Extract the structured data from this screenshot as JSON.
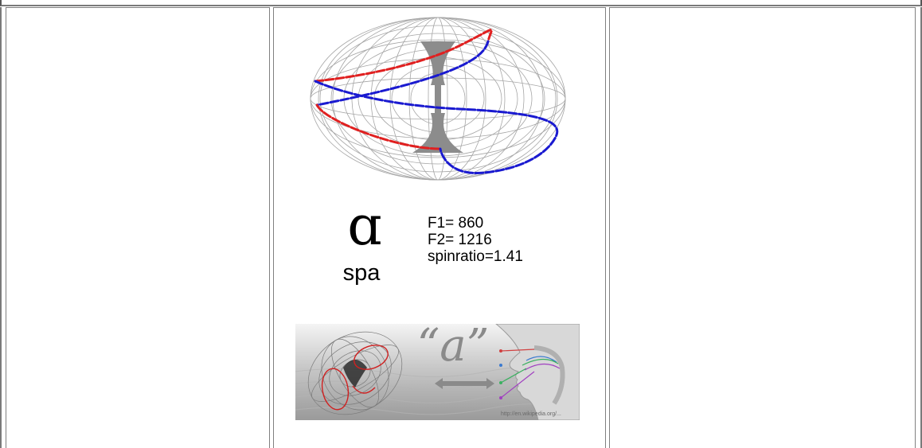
{
  "figure": {
    "symbol": "ɑ",
    "language": "spa",
    "formants": [
      "F1= 860",
      "F2= 1216",
      "spinratio=1.41"
    ],
    "composite_quote": "“a”",
    "composite_credit": "http://en.wikipedia.org/..."
  },
  "colors": {
    "wireframe": "#9a9a9a",
    "helix_red": "#e02020",
    "helix_blue": "#1a1ad0",
    "rule": "#7a7a7a"
  },
  "icons": {
    "torus": "torus-wireframe-icon",
    "head": "vocal-tract-head-icon",
    "arrow": "double-arrow-icon"
  }
}
